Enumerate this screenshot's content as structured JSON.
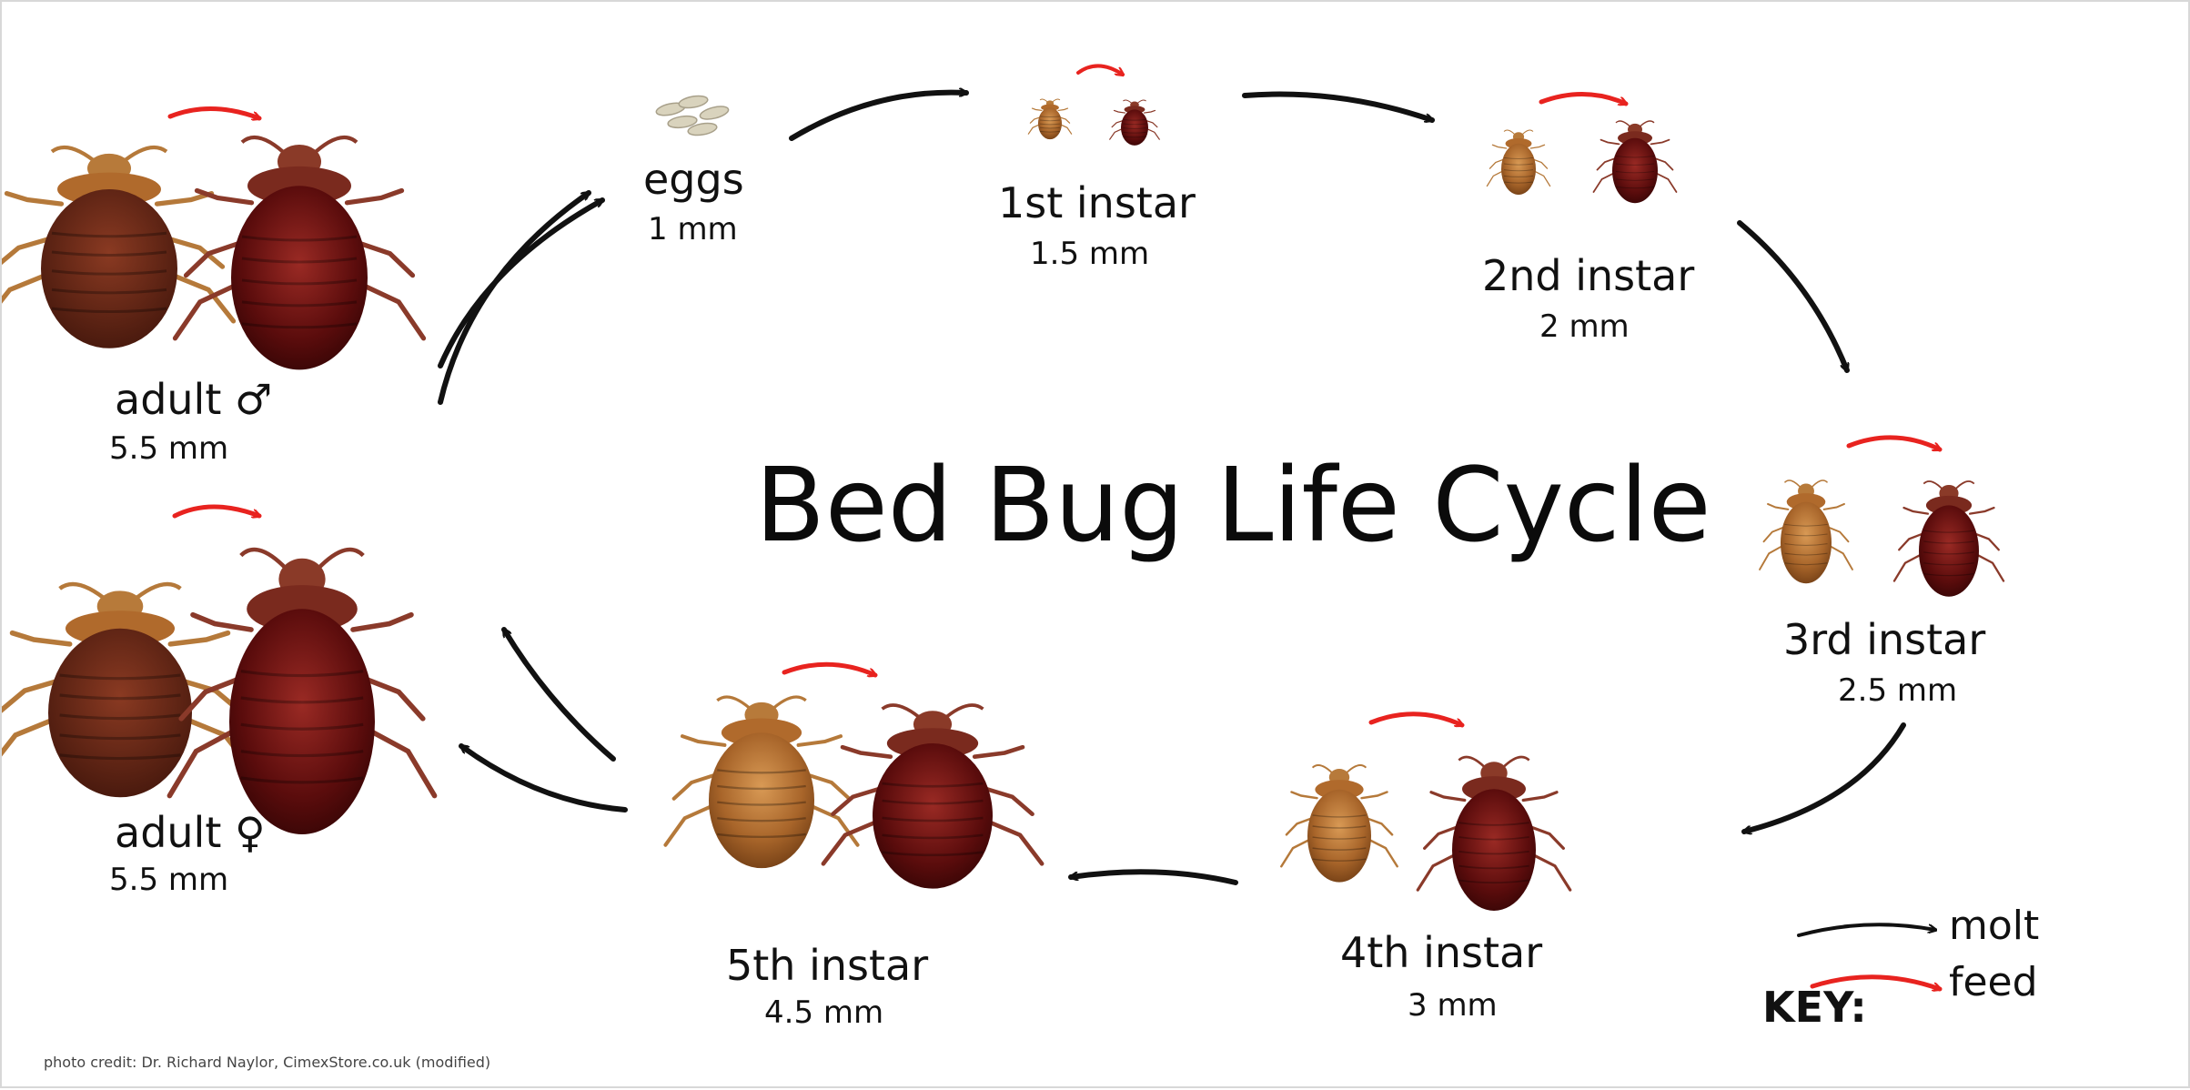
{
  "title": "Bed Bug Life Cycle",
  "stages": [
    {
      "id": "eggs",
      "label": "eggs",
      "size": "1 mm"
    },
    {
      "id": "first-instar",
      "label": "1st instar",
      "size": "1.5 mm"
    },
    {
      "id": "second-instar",
      "label": "2nd instar",
      "size": "2 mm"
    },
    {
      "id": "third-instar",
      "label": "3rd instar",
      "size": "2.5 mm"
    },
    {
      "id": "fourth-instar",
      "label": "4th instar",
      "size": "3 mm"
    },
    {
      "id": "fifth-instar",
      "label": "5th instar",
      "size": "4.5 mm"
    },
    {
      "id": "adult-female",
      "label": "adult ♀",
      "size": "5.5 mm"
    },
    {
      "id": "adult-male",
      "label": "adult ♂",
      "size": "5.5 mm"
    }
  ],
  "key": {
    "title": "KEY:",
    "molt": "molt",
    "feed": "feed"
  },
  "colors": {
    "molt_arrow": "#111111",
    "feed_arrow": "#e8231f",
    "unfed_bug": "#a9652a",
    "fed_bug": "#6e1010",
    "text": "#111111"
  },
  "credit": "photo credit: Dr. Richard Naylor, CimexStore.co.uk (modified)"
}
